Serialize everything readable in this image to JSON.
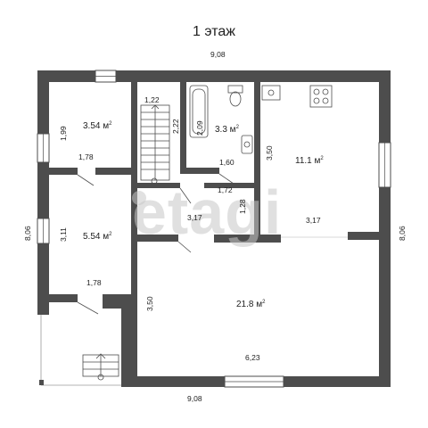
{
  "title": "1 этаж",
  "dimensions": {
    "top_width": "9,08",
    "bottom_width": "9,08",
    "left_height": "8,06",
    "right_height": "8,06",
    "room1_width": "1,78",
    "room1_height": "1,99",
    "room2_width": "1,78",
    "room2_height": "3,11",
    "stair_width": "1,22",
    "stair_height": "2,22",
    "bath_height": "2,09",
    "bath_width": "1,60",
    "corridor_width": "1,72",
    "corridor_height": "1,28",
    "hall_width": "3,17",
    "kitchen_height": "3,50",
    "kitchen_width": "3,17",
    "living_height": "3,50",
    "living_width": "6,23"
  },
  "rooms": {
    "room1": "3.54 м",
    "room2": "5.54 м",
    "bathroom": "3.3 м",
    "kitchen": "11.1 м",
    "living": "21.8 м"
  },
  "area_sup": "2",
  "watermark": "etagi"
}
